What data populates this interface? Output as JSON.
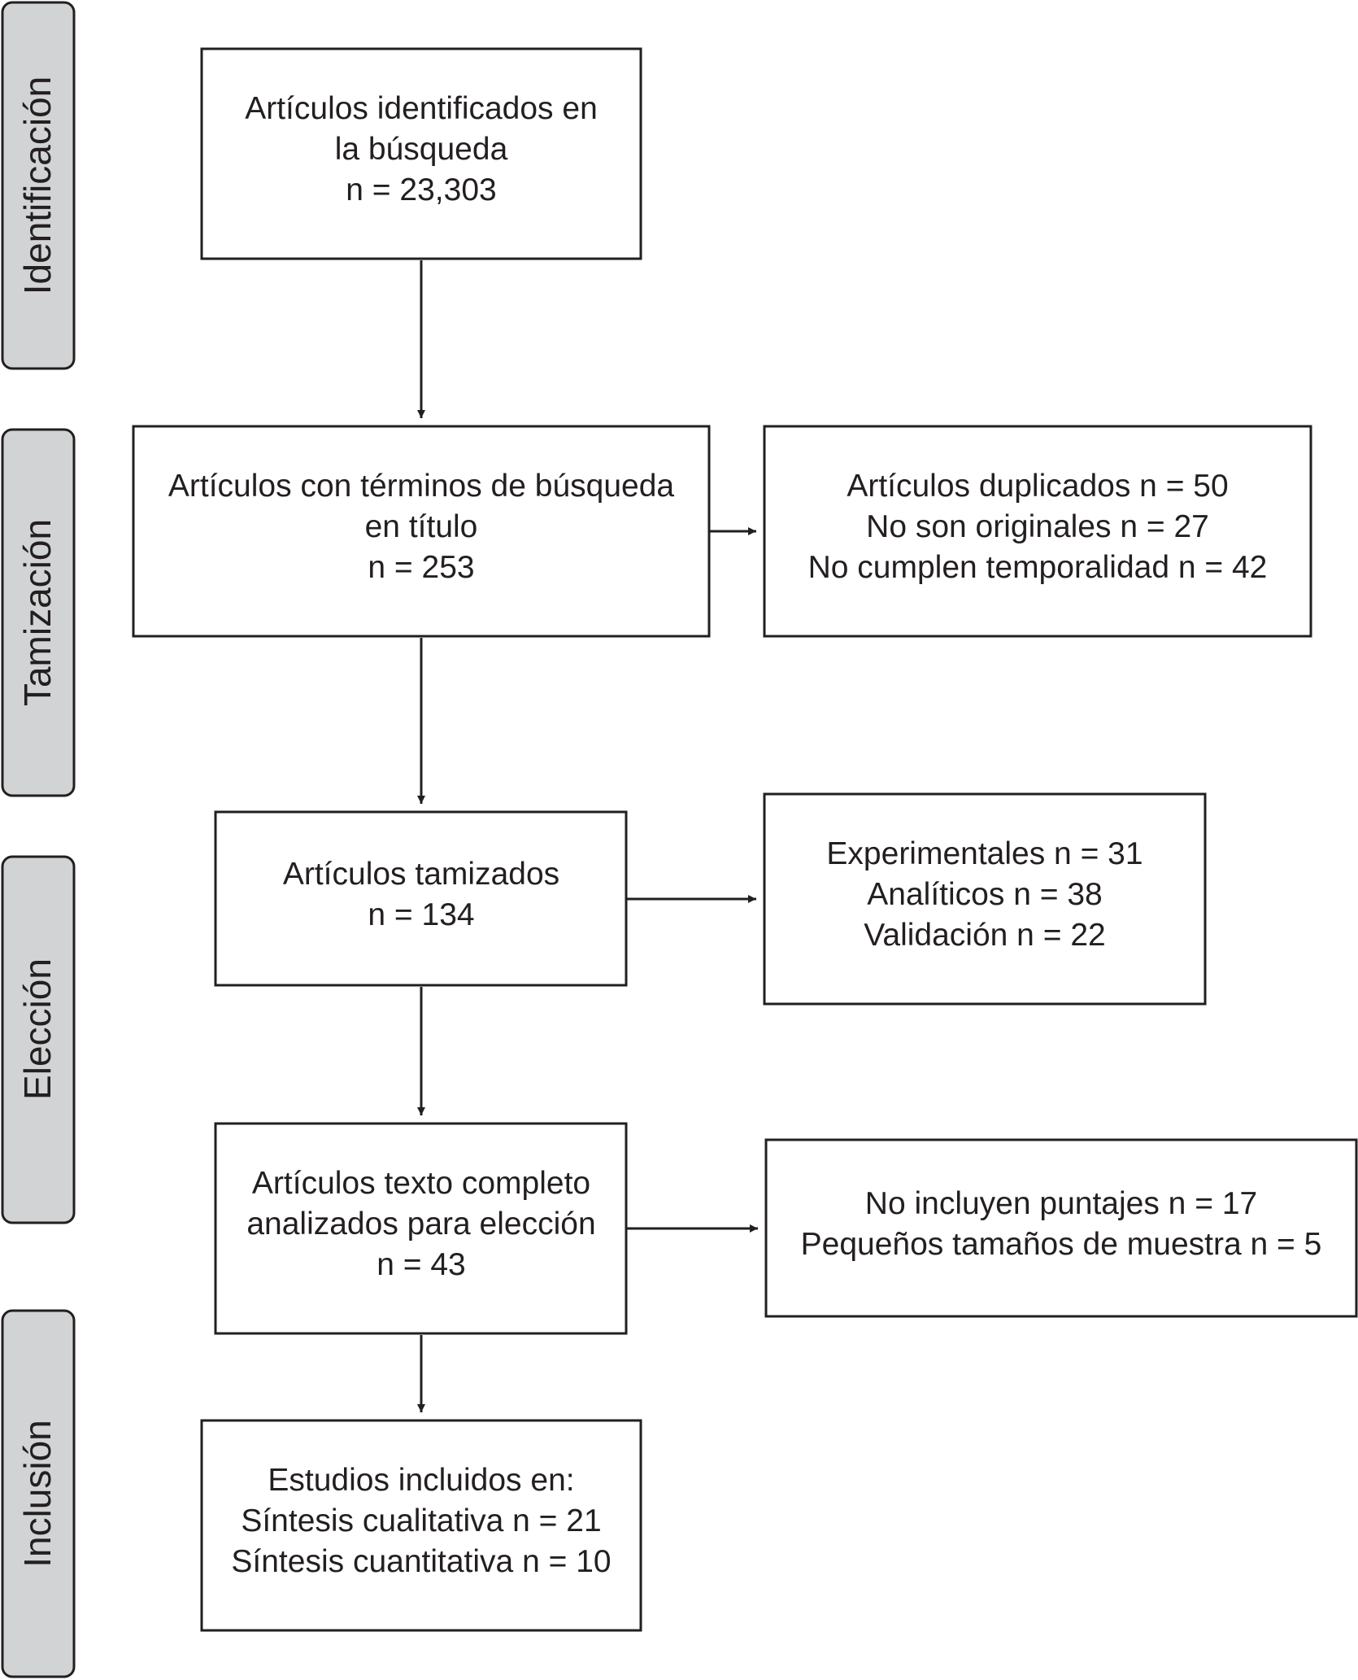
{
  "phases": [
    {
      "label": "Identificación"
    },
    {
      "label": "Tamización"
    },
    {
      "label": "Elección"
    },
    {
      "label": "Inclusión"
    }
  ],
  "boxes": {
    "identified": {
      "lines": [
        "Artículos identificados en",
        "la búsqueda",
        "n = 23,303"
      ]
    },
    "title_terms": {
      "lines": [
        "Artículos con términos de búsqueda",
        "en título",
        "n = 253"
      ]
    },
    "excluded_duplicates": {
      "lines": [
        "Artículos duplicados n = 50",
        "No son originales n = 27",
        "No cumplen temporalidad n = 42"
      ]
    },
    "screened": {
      "lines": [
        "Artículos tamizados",
        "n = 134"
      ]
    },
    "excluded_design": {
      "lines": [
        "Experimentales n = 31",
        "Analíticos n = 38",
        "Validación n = 22"
      ]
    },
    "full_text": {
      "lines": [
        "Artículos texto completo",
        "analizados para elección",
        "n = 43"
      ]
    },
    "excluded_fulltext": {
      "lines": [
        "No incluyen puntajes n = 17",
        "Pequeños tamaños de muestra n = 5"
      ]
    },
    "included": {
      "lines": [
        "Estudios incluidos en:",
        "Síntesis cualitativa n = 21",
        "Síntesis cuantitativa n = 10"
      ]
    }
  },
  "colors": {
    "ink": "#231f20",
    "phase_fill": "#d1d3d4",
    "background": "#ffffff"
  }
}
